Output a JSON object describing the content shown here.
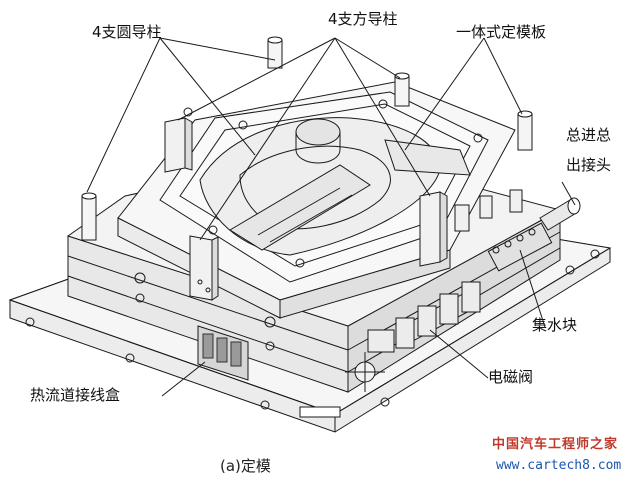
{
  "labels": {
    "round_guide_posts": "4支圆导柱",
    "square_guide_posts": "4支方导柱",
    "integral_plate": "一体式定模板",
    "main_inlet_outlet_1": "总进总",
    "main_inlet_outlet_2": "出接头",
    "water_manifold": "集水块",
    "solenoid_valve": "电磁阀",
    "hot_runner_box": "热流道接线盒"
  },
  "caption": "(a)定模",
  "watermark": {
    "name": "中国汽车工程师之家",
    "url": "www.cartech8.com"
  },
  "colors": {
    "line": "#1a1a1a",
    "face_top": "#f4f4f4",
    "face_front": "#e6e6e6",
    "face_side": "#d9d9d9",
    "watermark_red": "#c0392b",
    "watermark_blue": "#1a56b0"
  }
}
